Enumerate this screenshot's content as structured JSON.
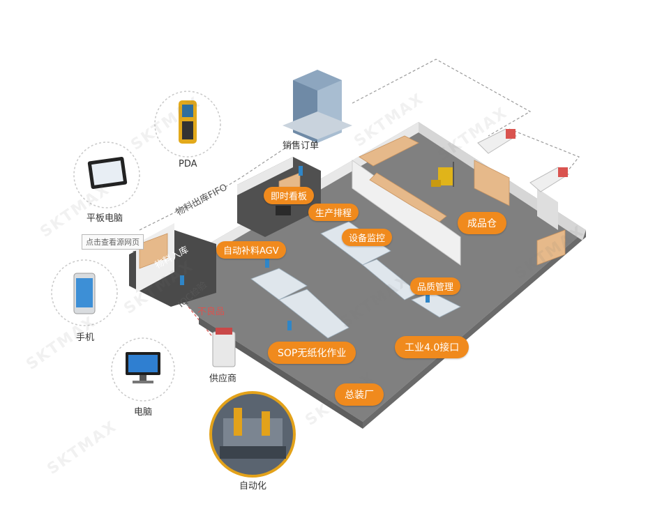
{
  "devices": {
    "pda": "PDA",
    "tablet": "平板电脑",
    "phone": "手机",
    "computer": "电脑"
  },
  "labels": {
    "sales_order": "销售订单",
    "fifo": "物料出库FIFO",
    "inbound": "物料入库",
    "iqc": "IQC检验",
    "defective": "不良品",
    "supplier": "供应商",
    "automation": "自动化"
  },
  "bubbles": {
    "kanban": "即时看板",
    "scheduling": "生产排程",
    "equipment": "设备监控",
    "agv": "自动补料AGV",
    "finished": "成品仓",
    "quality": "品质管理",
    "industry40": "工业4.0接口",
    "sop": "SOP无纸化作业",
    "assembly": "总装厂"
  },
  "tooltip": "点击查看源网页",
  "watermark": "SKTMAX",
  "colors": {
    "orange": "#f08a1d",
    "floor": "#7d7d7d",
    "wall": "#e6e6e6"
  }
}
